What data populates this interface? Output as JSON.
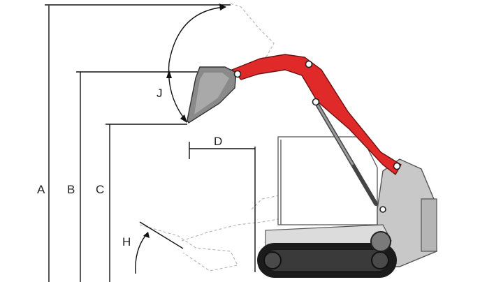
{
  "labels": {
    "A": "A",
    "B": "B",
    "C": "C",
    "D": "D",
    "H": "H",
    "J": "J"
  },
  "colors": {
    "arm": "#e02a2a",
    "arm_edge": "#6a1010",
    "body": "#c8c8c8",
    "body_edge": "#555555",
    "track": "#1b1b1b",
    "wheel": "#4a4a4a",
    "line": "#111111",
    "ghost": "#b8b8b8"
  }
}
